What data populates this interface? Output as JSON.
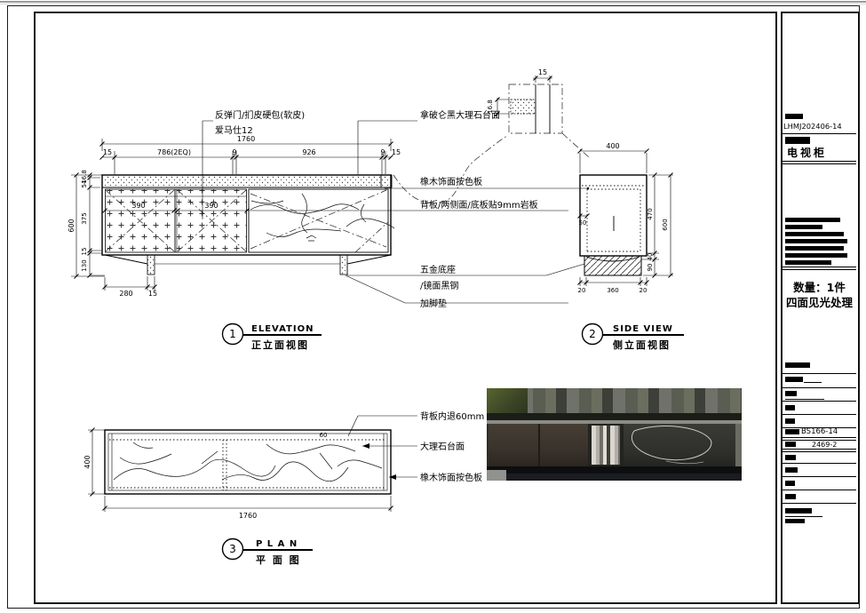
{
  "titleblock": {
    "project_code": "LHMJ202406-14",
    "product_name": "电视柜",
    "quantity": "数量：1件",
    "finish": "四面见光处理",
    "drawing_no": "BS166-14",
    "sheet_no": "2469-2"
  },
  "views": {
    "elevation": {
      "num": "1",
      "title_en": "ELEVATION",
      "title_cn": "正立面视图",
      "overall_width": "1760",
      "top_dims": [
        "15",
        "786(2EQ)",
        "9",
        "926",
        "9",
        "15"
      ],
      "overall_height": "600",
      "left_dims": [
        "16.8",
        "54",
        "375",
        "15",
        "130"
      ],
      "door_dims": [
        "390",
        "390"
      ],
      "bottom_dims": [
        "280",
        "15"
      ],
      "annotations": {
        "door_line1": "反弹门/扪皮硬包(软皮)",
        "door_line2": "爱马仕12",
        "countertop": "拿破仑黑大理石台面",
        "oak_panel": "橡木饰面按色板",
        "back_panel": "背板/两侧面/底板贴9mm岩板",
        "base_line1": "五金底座",
        "base_line2": "/镜面黑钢",
        "foot_pad": "加脚垫"
      },
      "detail": {
        "width": "15",
        "height": "16.8"
      }
    },
    "side": {
      "num": "2",
      "title_en": "SIDE VIEW",
      "title_cn": "侧立面视图",
      "top_dim": "400",
      "inner_dim": "50",
      "right_dims": [
        "470",
        "40",
        "90"
      ],
      "overall_height": "600",
      "bottom_dims": [
        "20",
        "360",
        "20"
      ]
    },
    "plan": {
      "num": "3",
      "title_en": "P L A N",
      "title_cn": "平 面 图",
      "left_dim": "400",
      "bottom_dim": "1760",
      "inset_dim": "60",
      "annotations": {
        "back_inset": "背板内退60mm",
        "marble_top": "大理石台面",
        "oak_panel": "橡木饰面按色板"
      }
    }
  }
}
